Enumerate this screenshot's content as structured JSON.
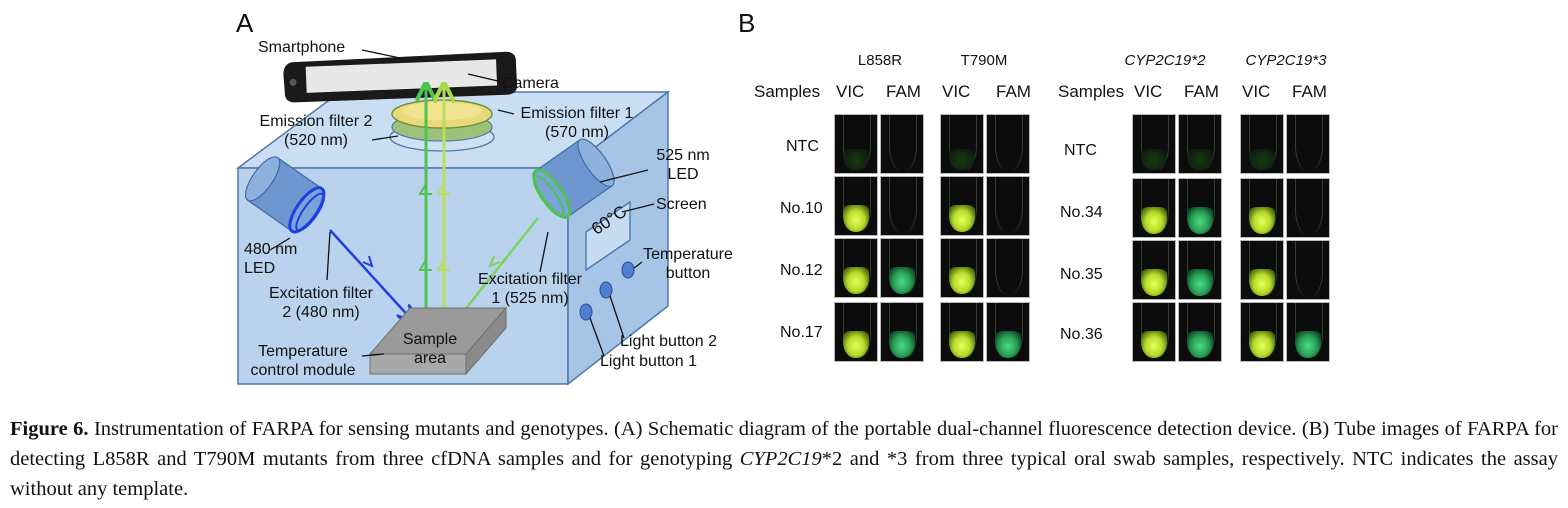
{
  "panel_a": {
    "letter": "A",
    "labels": {
      "smartphone": "Smartphone",
      "camera": "Camera",
      "emission_filter_2": "Emission filter 2",
      "emission_filter_2_nm": "(520 nm)",
      "emission_filter_1": "Emission filter 1",
      "emission_filter_1_nm": "(570 nm)",
      "led_525_line1": "525 nm",
      "led_525_line2": "LED",
      "screen": "Screen",
      "screen_display": "60°C",
      "temperature_button_line1": "Temperature",
      "temperature_button_line2": "button",
      "led_480_line1": "480 nm",
      "led_480_line2": "LED",
      "excitation_filter_2_line1": "Excitation filter",
      "excitation_filter_2_line2": "2 (480 nm)",
      "excitation_filter_1_line1": "Excitation filter",
      "excitation_filter_1_line2": "1 (525 nm)",
      "sample_area_line1": "Sample",
      "sample_area_line2": "area",
      "temperature_module_line1": "Temperature",
      "temperature_module_line2": "control module",
      "light_button_2": "Light button 2",
      "light_button_1": "Light button 1"
    }
  },
  "panel_b": {
    "letter": "B",
    "left": {
      "groups": [
        "L858R",
        "T790M"
      ],
      "samples_header": "Samples",
      "channels": [
        "VIC",
        "FAM",
        "VIC",
        "FAM"
      ],
      "rows": [
        {
          "label": "NTC",
          "tubes": [
            "faint",
            "none",
            "faint",
            "none"
          ]
        },
        {
          "label": "No.10",
          "tubes": [
            "yellow",
            "none",
            "yellow",
            "none"
          ]
        },
        {
          "label": "No.12",
          "tubes": [
            "yellow",
            "green",
            "yellow",
            "none"
          ]
        },
        {
          "label": "No.17",
          "tubes": [
            "yellow",
            "green",
            "yellow",
            "green"
          ]
        }
      ]
    },
    "right": {
      "groups": [
        "CYP2C19*2",
        "CYP2C19*3"
      ],
      "samples_header": "Samples",
      "channels": [
        "VIC",
        "FAM",
        "VIC",
        "FAM"
      ],
      "rows": [
        {
          "label": "NTC",
          "tubes": [
            "faint",
            "faint",
            "faint",
            "none"
          ]
        },
        {
          "label": "No.34",
          "tubes": [
            "yellow",
            "green",
            "yellow",
            "none"
          ]
        },
        {
          "label": "No.35",
          "tubes": [
            "yellow",
            "green",
            "yellow",
            "none"
          ]
        },
        {
          "label": "No.36",
          "tubes": [
            "yellow",
            "green",
            "yellow",
            "green"
          ]
        }
      ]
    }
  },
  "caption": {
    "lead": "Figure 6.",
    "part1": " Instrumentation of FARPA for sensing mutants and genotypes. (A) Schematic diagram of the portable dual-channel fluorescence detection device. (B) Tube images of FARPA for detecting L858R and T790M mutants from three cfDNA samples and for genotyping ",
    "gene": "CYP2C19",
    "part2": "*2 and *3 from three typical oral swab samples, respectively. NTC indicates the assay without any template."
  },
  "colors": {
    "box_fill": "#b9d3ee",
    "box_edge": "#4f78a8",
    "blue_beam": "#1f3fe0",
    "green_beam": "#4fc24f",
    "yellow_green_beam": "#b8df5a",
    "yellow_glow": "#d8f34a",
    "green_glow": "#3fcf77"
  }
}
